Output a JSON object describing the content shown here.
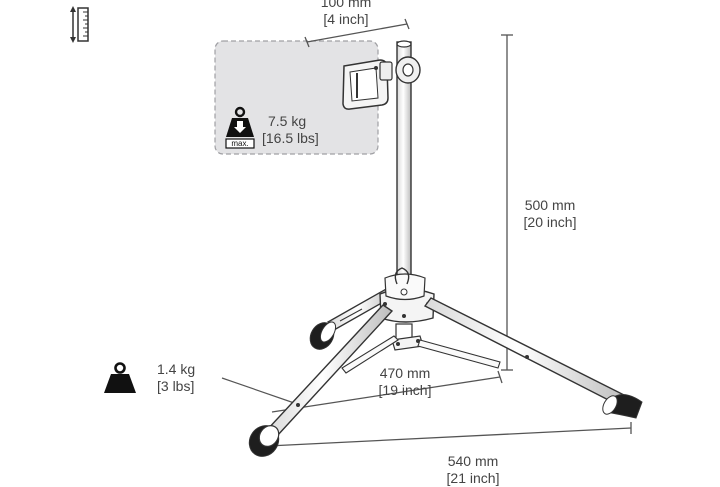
{
  "dimensions": {
    "top_width": {
      "metric": "100 mm",
      "imperial": "[4 inch]"
    },
    "height": {
      "metric": "500 mm",
      "imperial": "[20 inch]"
    },
    "inner_leg_span": {
      "metric": "470 mm",
      "imperial": "[19 inch]"
    },
    "outer_leg_span": {
      "metric": "540 mm",
      "imperial": "[21 inch]"
    }
  },
  "max_load": {
    "metric": "7.5 kg",
    "imperial": "[16.5 lbs]",
    "badge": "max."
  },
  "product_weight": {
    "metric": "1.4 kg",
    "imperial": "[3 lbs]"
  },
  "icons": {
    "ruler": "ruler-icon",
    "max_load": "max-load-weight-icon",
    "weight": "weight-icon"
  },
  "colors": {
    "line": "#333333",
    "dimension_line": "#555555",
    "load_zone_fill": "#e3e3e5",
    "load_zone_border": "#a0a0a4"
  }
}
